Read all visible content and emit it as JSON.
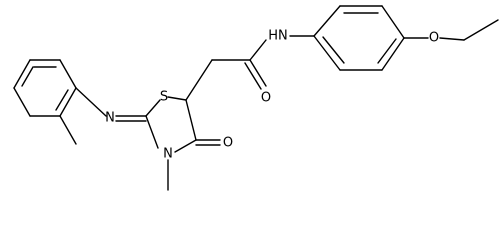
{
  "colors": {
    "background": "#ffffff",
    "ink": "#000000"
  },
  "atoms": {
    "amide_nitrogen": "HN",
    "carbonyl_oxygen": "O",
    "ether_oxygen": "O",
    "ring_sulfur": "S",
    "ring_nitrogen": "N",
    "ring_carbonyl_oxygen": "O",
    "imine_nitrogen": "N"
  }
}
